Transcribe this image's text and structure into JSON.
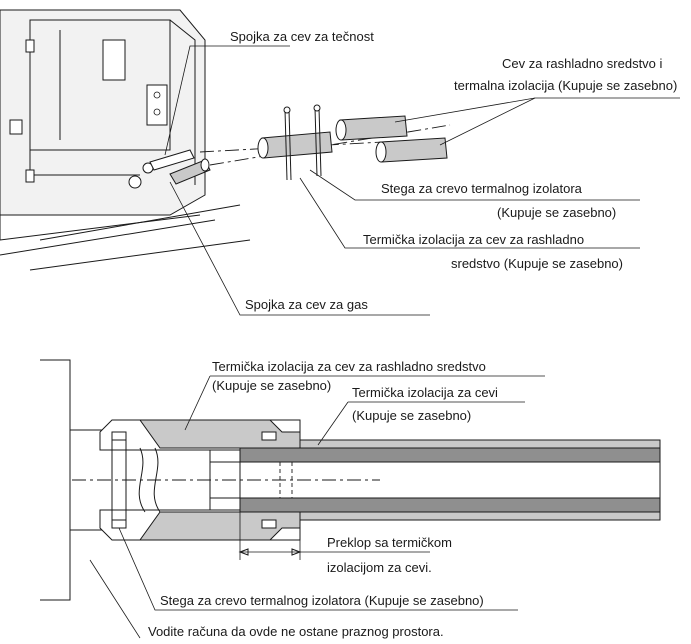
{
  "top_diagram": {
    "liquid_pipe_joint": "Spojka za cev za tečnost",
    "refrigerant_pipe_line1": "Cev za rashladno sredstvo i",
    "refrigerant_pipe_line2": "termalna izolacija (Kupuje se zasebno)",
    "hose_clamp_line1": "Stega za crevo termalnog izolatora",
    "hose_clamp_line2": "(Kupuje se zasebno)",
    "thermal_insulation_line1": "Termička izolacija za cev za rashladno",
    "thermal_insulation_line2": "sredstvo (Kupuje se zasebno)",
    "gas_pipe_joint": "Spojka za cev za gas"
  },
  "bottom_diagram": {
    "refrigerant_insulation_line1": "Termička izolacija za cev za rashladno sredstvo",
    "refrigerant_insulation_line2": "(Kupuje se zasebno)",
    "pipe_insulation_line1": "Termička izolacija za cevi",
    "pipe_insulation_line2": "(Kupuje se zasebno)",
    "overlap_line1": "Preklop sa termičkom",
    "overlap_line2": "izolacijom za cevi.",
    "hose_clamp": "Stega za crevo termalnog izolatora (Kupuje se zasebno)",
    "no_gap_note": "Vodite računa da ovde ne ostane praznog prostora."
  }
}
